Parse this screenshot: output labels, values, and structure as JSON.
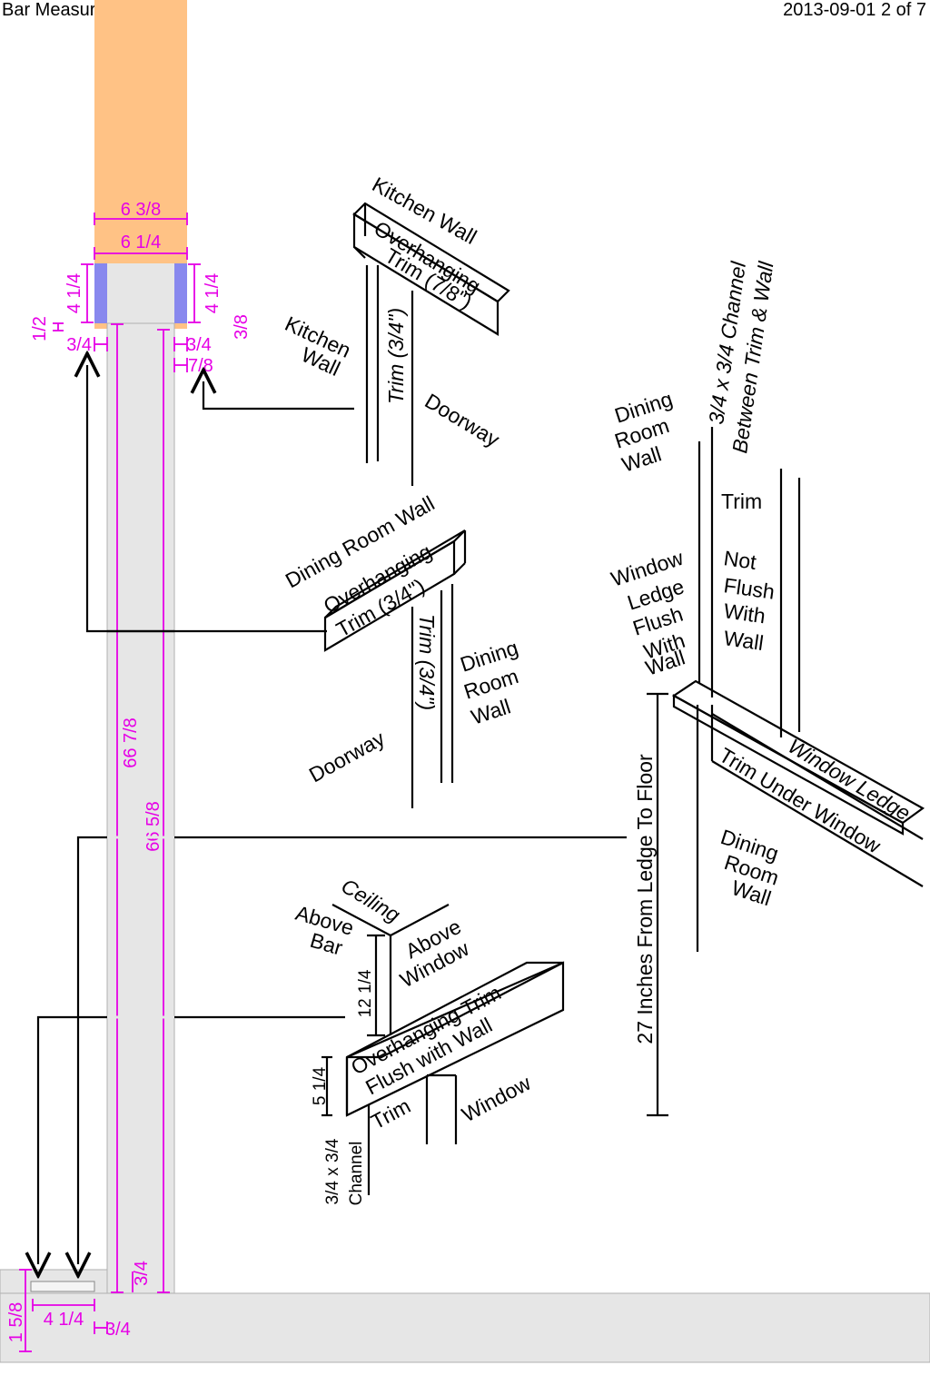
{
  "header": {
    "title": "Bar Measurements",
    "meta": "2013-09-01 2 of 7"
  },
  "colors": {
    "wood": "#ffc285",
    "bar": "#e6e6e6",
    "channel": "#8888ee",
    "dimension": "#e600e6",
    "line": "#000000"
  },
  "dimensions": {
    "top_outer": "6 3/8",
    "top_inner": "6 1/4",
    "left_channel": "4 1/4",
    "right_channel": "4 1/4",
    "left_half": "1/2",
    "left_three_quarter": "3/4",
    "right_three_quarter": "3/4",
    "right_three_eighths": "3/8",
    "right_seven_eighths": "7/8",
    "left_long": "66 7/8",
    "right_long": "66 5/8",
    "bottom_three_quarter": "3/4",
    "bottom_height": "1 5/8",
    "bottom_width": "4 1/4",
    "bottom_side": "3/4"
  },
  "kitchen_detail": {
    "kitchen_wall_top": "Kitchen Wall",
    "overhanging": "Overhanging",
    "trim_size": "Trim (7/8\")",
    "kitchen_wall_line1": "Kitchen",
    "kitchen_wall_line2": "Wall",
    "trim_vertical": "Trim (3/4\")",
    "doorway": "Doorway"
  },
  "dining_detail": {
    "dining_wall_top": "Dining Room Wall",
    "overhanging": "Overhanging",
    "trim_size": "Trim (3/4\")",
    "trim_vertical": "Trim (3/4\")",
    "wall_line1": "Dining",
    "wall_line2": "Room",
    "wall_line3": "Wall",
    "doorway": "Doorway"
  },
  "window_detail": {
    "dining_line1": "Dining",
    "dining_line2": "Room",
    "dining_line3": "Wall",
    "channel_line1": "3/4 x 3/4 Channel",
    "channel_line2": "Between Trim & Wall",
    "trim": "Trim",
    "not_flush_1": "Not",
    "not_flush_2": "Flush",
    "not_flush_3": "With",
    "not_flush_4": "Wall",
    "ledge_1": "Window",
    "ledge_2": "Ledge",
    "ledge_3": "Flush",
    "ledge_4": "With",
    "ledge_5": "Wall",
    "window_ledge": "Window Ledge",
    "trim_under_window": "Trim Under Window",
    "bottom_1": "Dining",
    "bottom_2": "Room",
    "bottom_3": "Wall",
    "ledge_to_floor": "27 Inches From Ledge To Floor"
  },
  "ceiling_detail": {
    "ceiling": "Ceiling",
    "above_bar_1": "Above",
    "above_bar_2": "Bar",
    "above_window_1": "Above",
    "above_window_2": "Window",
    "twelve": "12 1/4",
    "overhanging_1": "Overhanging Trim",
    "overhanging_2": "Flush with Wall",
    "five": "5 1/4",
    "trim": "Trim",
    "window": "Window",
    "channel_1": "3/4 x 3/4",
    "channel_2": "Channel"
  }
}
